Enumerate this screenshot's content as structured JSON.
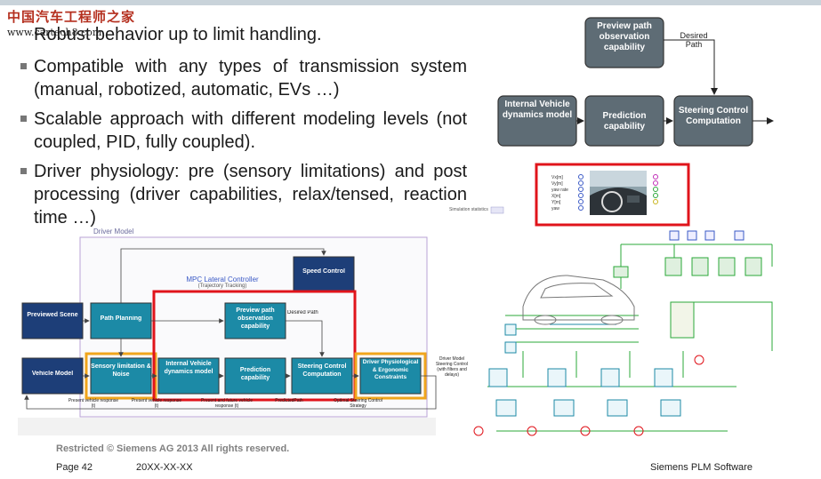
{
  "watermark": {
    "cn": "中国汽车工程师之家",
    "url": "www.cartech8.com"
  },
  "bullets": [
    "Robust behavior up to limit handling.",
    "Compatible with any types of transmission system (manual, robotized, automatic, EVs …)",
    "Scalable approach with different modeling levels (not coupled, PID, fully coupled).",
    "Driver physiology: pre (sensory limitations) and post processing (driver capabilities, relax/tensed, reaction time …)"
  ],
  "top_diagram": {
    "preview": "Preview path observation capability",
    "internal": "Internal Vehicle dynamics model",
    "prediction": "Prediction capability",
    "steering": "Steering Control Computation",
    "desired": "Desired Path"
  },
  "sim_image": {
    "title": "Simulation statistics",
    "signals": [
      "Vx[m]",
      "Vy[m]",
      "yaw rate",
      "X[m]",
      "Y[m]",
      "yaw"
    ]
  },
  "driver_model": {
    "title": "Driver Model",
    "previewed_scene": "Previewed Scene",
    "vehicle_model": "Vehicle Model",
    "path_planning": "Path Planning",
    "sensory": "Sensory limitation & Noise",
    "mpc_title": "MPC Lateral Controller",
    "mpc_sub": "(Trajectory Tracking)",
    "speed_control": "Speed Control",
    "preview": "Preview path observation capability",
    "desired": "Desired Path",
    "internal": "Internal Vehicle dynamics model",
    "prediction": "Prediction capability",
    "steering": "Steering Control Computation",
    "physio": "Driver Physiological & Ergonomic Constraints",
    "output": "Driver Model Steering Control (with filters and delays)",
    "label_present1": "Present vehicle response (t)",
    "label_present2": "Present vehicle response (t)",
    "label_future": "Present and future vehicle response (t)",
    "label_predicted": "PredictedPath",
    "label_optimal": "Optimal Steering Control Strategy"
  },
  "footer": {
    "restricted": "Restricted © Siemens AG 2013 All rights reserved.",
    "page": "Page 42",
    "date": "20XX-XX-XX",
    "company": "Siemens PLM Software"
  },
  "colors": {
    "block_dark": "#5e6c75",
    "block_teal": "#1c8aa6",
    "block_navy": "#1d3e78",
    "highlight_red": "#e0141b",
    "highlight_orange": "#f0a51c"
  }
}
